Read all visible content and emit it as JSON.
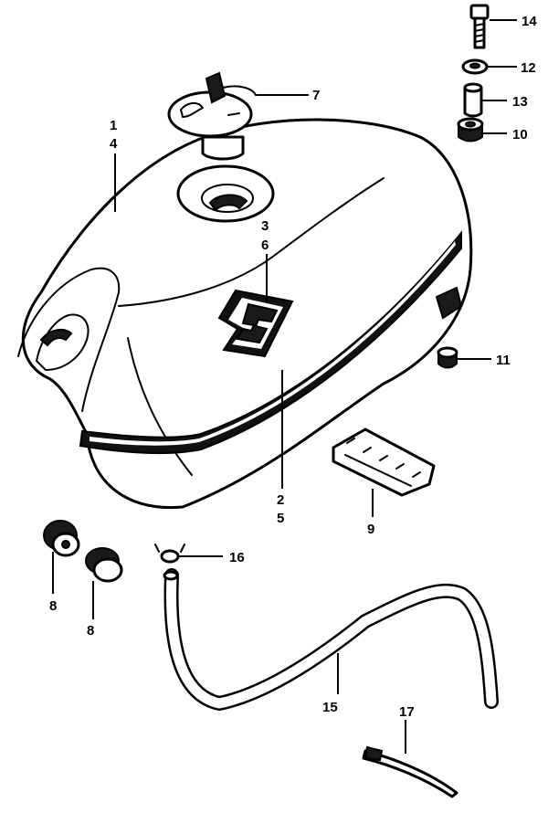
{
  "callouts": {
    "c1": "1",
    "c4": "4",
    "c3": "3",
    "c6": "6",
    "c2": "2",
    "c5": "5",
    "c7": "7",
    "c8a": "8",
    "c8b": "8",
    "c9": "9",
    "c10": "10",
    "c11": "11",
    "c12": "12",
    "c13": "13",
    "c14": "14",
    "c15": "15",
    "c16": "16",
    "c17": "17"
  }
}
